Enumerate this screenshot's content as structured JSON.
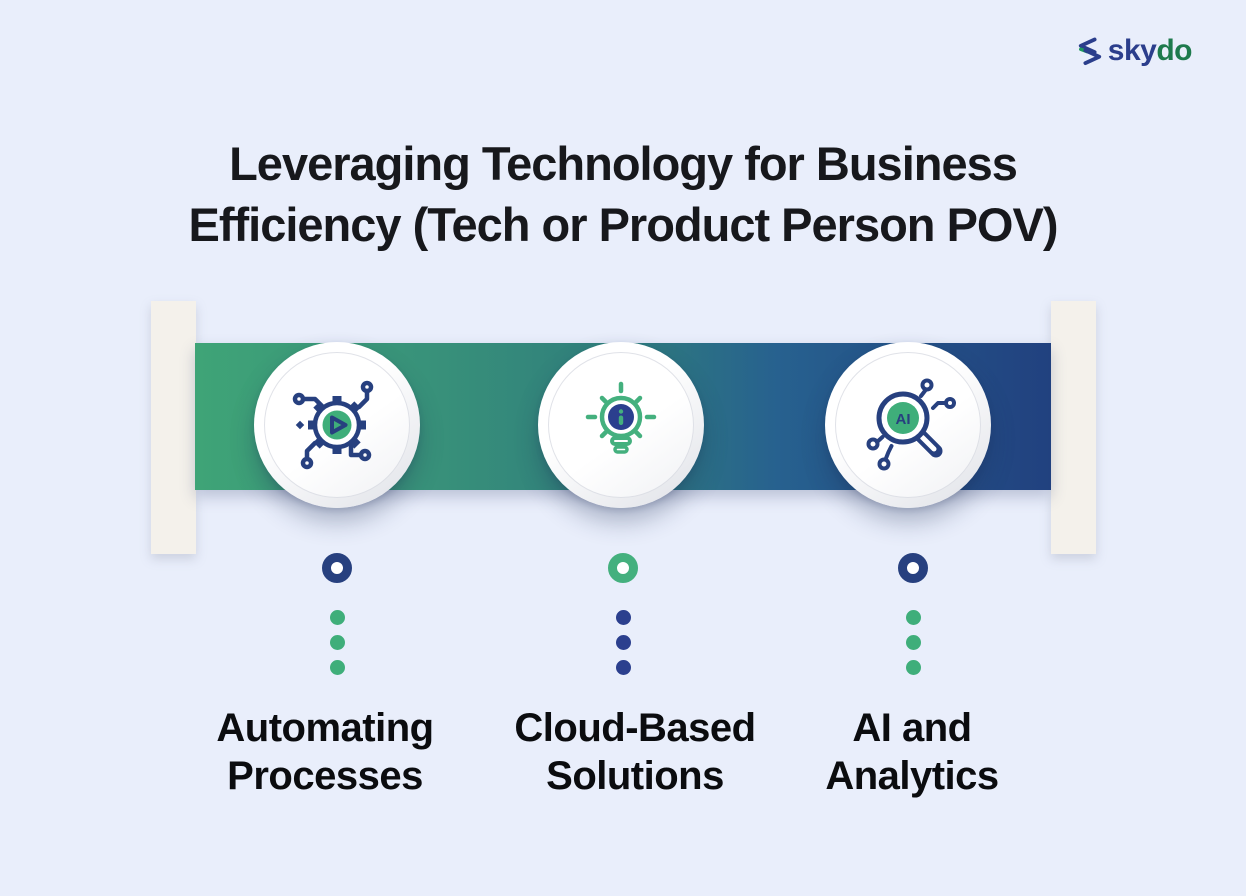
{
  "page": {
    "background": "#E9EEFB"
  },
  "header": {
    "logo": {
      "icon": "skydo-chevrons-icon",
      "sky": "sky",
      "do": "do",
      "sky_color": "#2B3E8C",
      "do_color": "#1E7A4D"
    }
  },
  "title": {
    "line1": "Leveraging Technology for Business",
    "line2": "Efficiency (Tech or Product Person POV)",
    "color": "#17181C"
  },
  "timeline": {
    "bar_gradient": [
      "#3FA477",
      "#2F7D7C",
      "#27618F",
      "#21417F"
    ],
    "side_strip_color": "#F4F1EB",
    "navy": "#27407F",
    "green": "#3FAE7A",
    "items": [
      {
        "icon": "automation-gear-icon",
        "label_line1": "Automating",
        "label_line2": "Processes",
        "connector": {
          "ring_color": "#27407F",
          "dot_color": "#3FAE7A"
        }
      },
      {
        "icon": "lightbulb-idea-icon",
        "label_line1": "Cloud-Based",
        "label_line2": "Solutions",
        "connector": {
          "ring_color": "#44B07E",
          "dot_color": "#2B3F8E"
        }
      },
      {
        "icon": "ai-magnifier-icon",
        "ai_badge": "AI",
        "label_line1": "AI and",
        "label_line2": "Analytics",
        "connector": {
          "ring_color": "#27407F",
          "dot_color": "#3FAE7A"
        }
      }
    ]
  }
}
